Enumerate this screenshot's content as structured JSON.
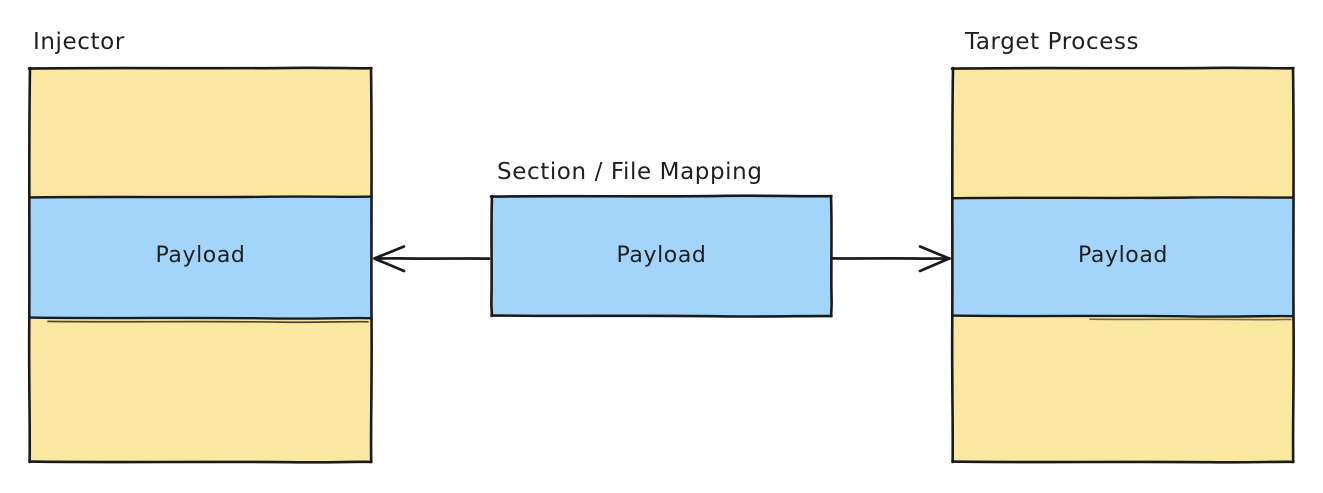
{
  "diagram": {
    "title_left": "Injector",
    "title_center": "Section / File Mapping",
    "title_right": "Target Process",
    "payload_left": "Payload",
    "payload_center": "Payload",
    "payload_right": "Payload",
    "colors": {
      "process_fill": "#fbe8a0",
      "payload_fill": "#a3d5fb",
      "stroke": "#1a1a1a",
      "text": "#1f1f1f",
      "background": "#ffffff"
    },
    "arrows": {
      "left_arrow_direction": "left",
      "right_arrow_direction": "right"
    }
  }
}
